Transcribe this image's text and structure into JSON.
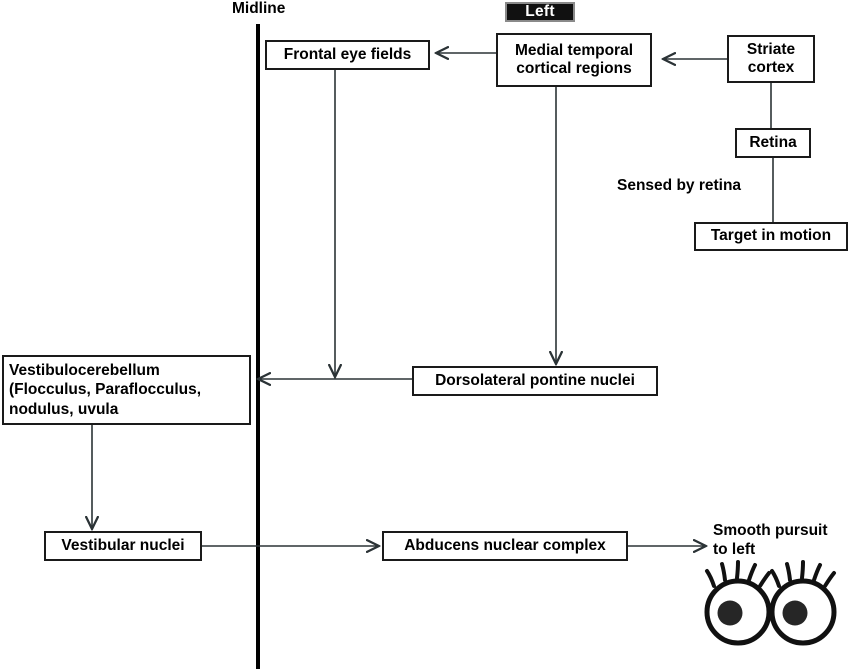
{
  "diagram": {
    "title_axis_label": "Midline",
    "side_tag": "Left",
    "nodes": {
      "frontal_eye_fields": "Frontal eye fields",
      "medial_temporal": "Medial temporal\ncortical regions",
      "striate_cortex": "Striate\ncortex",
      "retina": "Retina",
      "target_in_motion": "Target in motion",
      "vestibulocerebellum": "Vestibulocerebellum\n(Flocculus, Paraflocculus,\n nodulus, uvula",
      "dorsolateral_pontine": "Dorsolateral pontine nuclei",
      "vestibular_nuclei": "Vestibular nuclei",
      "abducens_complex": "Abducens nuclear complex"
    },
    "annotations": {
      "sensed_by_retina": "Sensed by retina",
      "smooth_pursuit": "Smooth pursuit\nto left"
    },
    "colors": {
      "box_border": "#1a1a1a",
      "edge_stroke": "#2b3336",
      "midline": "#000000",
      "side_tag_bg": "#111111",
      "side_tag_border": "#8a8a8a",
      "side_tag_text": "#ffffff",
      "background": "#ffffff"
    }
  }
}
